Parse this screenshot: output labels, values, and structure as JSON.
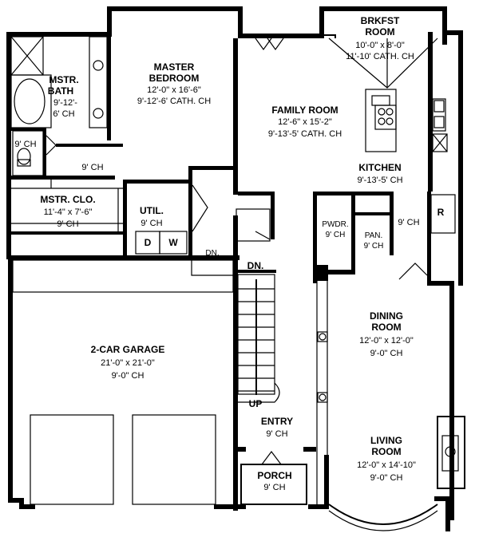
{
  "rooms": {
    "master_bath": {
      "name": "MSTR.\nBATH",
      "lines": [
        "9'-12'-",
        "6' CH"
      ]
    },
    "master_bedroom": {
      "name": "MASTER\nBEDROOM",
      "lines": [
        "12'-0\" x 16'-6\"",
        "9'-12'-6' CATH. CH"
      ]
    },
    "breakfast": {
      "name": "BRKFST\nROOM",
      "lines": [
        "10'-0\" x 8'-0\"",
        "11'-10' CATH. CH"
      ]
    },
    "family_room": {
      "name": "FAMILY ROOM",
      "lines": [
        "12'-6\" x 15'-2\"",
        "9'-13'-5' CATH. CH"
      ]
    },
    "kitchen": {
      "name": "KITCHEN",
      "lines": [
        "9'-13'-5' CH"
      ]
    },
    "master_closet": {
      "name": "MSTR. CLO.",
      "lines": [
        "11'-4\" x 7'-6\"",
        "9' CH"
      ]
    },
    "utility": {
      "name": "UTIL.",
      "lines": [
        "9' CH"
      ]
    },
    "powder": {
      "name": "PWDR.",
      "lines": [
        "9' CH"
      ]
    },
    "pantry": {
      "name": "PAN.",
      "lines": [
        "9' CH"
      ]
    },
    "garage": {
      "name": "2-CAR GARAGE",
      "lines": [
        "21'-0\" x 21'-0\"",
        "9'-0\" CH"
      ]
    },
    "dining": {
      "name": "DINING\nROOM",
      "lines": [
        "12'-0\" x 12'-0\"",
        "9'-0\" CH"
      ]
    },
    "entry": {
      "name": "ENTRY",
      "lines": [
        "9' CH"
      ]
    },
    "living": {
      "name": "LIVING\nROOM",
      "lines": [
        "12'-0\" x 14'-10\"",
        "9'-0\" CH"
      ]
    },
    "porch": {
      "name": "PORCH",
      "lines": [
        "9' CH"
      ]
    }
  },
  "small_labels": {
    "wc_ch": "9' CH",
    "hall_ch": "9' CH",
    "kitchen_side_ch": "9' CH",
    "dryer": "D",
    "washer": "W",
    "refrigerator": "R",
    "stair_down_util": "DN.",
    "stair_down_main": "DN.",
    "stair_up": "UP"
  }
}
